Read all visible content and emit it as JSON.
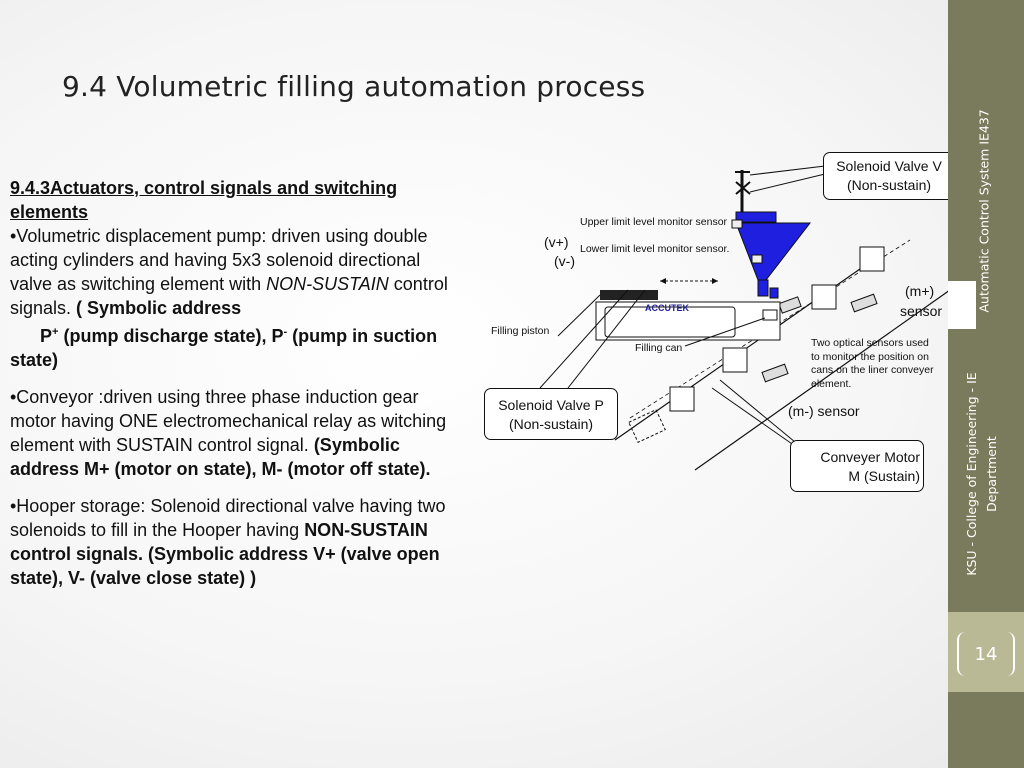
{
  "title": "9.4  Volumetric filling automation process",
  "body": {
    "heading_line1": "9.4.3Actuators, control signals and switching",
    "heading_line2": "elements",
    "p1_a": "•Volumetric displacement pump: driven using double acting cylinders and having 5x3 solenoid directional valve as switching element with ",
    "p1_italic": "NON-SUSTAIN",
    "p1_b": " control signals. ",
    "p1_bold1": "( Symbolic address",
    "p1_bold2a": "P",
    "p1_sup1": "+",
    "p1_bold2b": " (pump discharge state), P",
    "p1_sup2": "-",
    "p1_bold2c": " (pump in suction state)",
    "p2_a": "•Conveyor :driven using three phase induction gear motor having ONE electromechanical relay as witching element with SUSTAIN control signal.",
    "p2_bold": "(Symbolic address  M+ (motor on state), M- (motor off state).",
    "p3_a": "•Hooper storage: Solenoid directional valve having two solenoids to fill in the Hooper having ",
    "p3_bold": "NON-SUSTAIN control signals.  (Symbolic address V+ (valve open state), V- (valve close state) )"
  },
  "diagram": {
    "solenoid_v_line1": "Solenoid Valve V",
    "solenoid_v_line2": "(Non-sustain)",
    "upper_sensor": "Upper limit level monitor sensor",
    "lower_sensor": "Lower limit level monitor sensor.",
    "v_plus": "(v+)",
    "v_minus": "(v-)",
    "accutek": "ACCUTEK",
    "m_plus": "(m+)",
    "m_plus_sensor": "sensor",
    "filling_piston": "Filling piston",
    "filling_can": "Filling can",
    "optical_note_1": "Two optical sensors used",
    "optical_note_2": "to monitor the position on",
    "optical_note_3": "cans on the liner conveyer",
    "optical_note_4": "element.",
    "solenoid_p_line1": "Solenoid Valve P",
    "solenoid_p_line2": "(Non-sustain)",
    "m_minus_sensor": "(m-) sensor",
    "motor_line1": "Conveyer Motor",
    "motor_line2": "M (Sustain)",
    "colors": {
      "hopper": "#1f1fe0",
      "sidebar": "#7a7a5c",
      "sidebar_bottom": "#b9b996"
    }
  },
  "sidebar": {
    "course": "Automatic Control System IE437",
    "college_line1": "KSU - College of Engineering - IE",
    "college_line2": "Department",
    "page_number": "14"
  }
}
